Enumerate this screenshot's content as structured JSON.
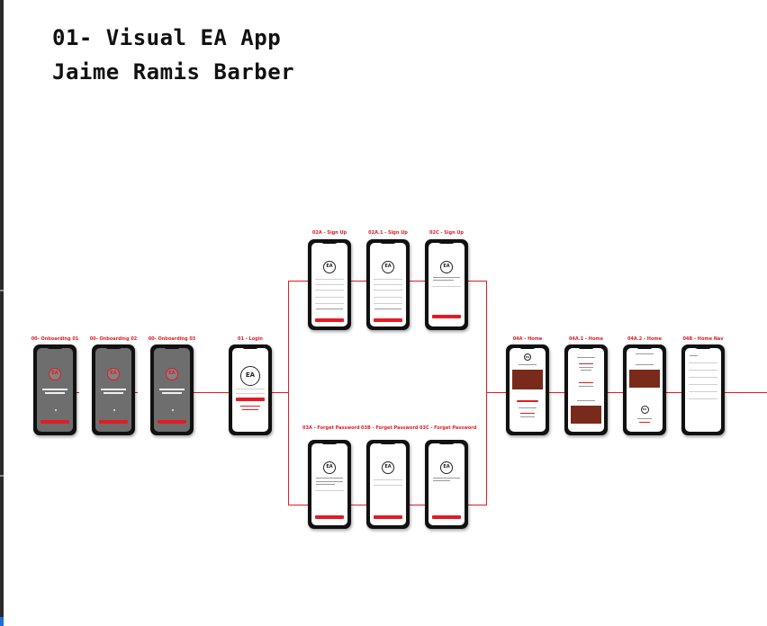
{
  "title": {
    "line1": "01- Visual EA App",
    "line2": "Jaime Ramis Barber"
  },
  "screens": {
    "onboarding1": "00- Onboarding 01",
    "onboarding2": "00- Onboarding 02",
    "onboarding3": "00- Onboarding 03",
    "login": "01 - Login",
    "signup_a": "02A - Sign Up",
    "signup_a1": "02A.1 - Sign Up",
    "signup_c": "02C - Sign Up",
    "forget_a": "03A - Forget Password",
    "forget_b": "03B - Forget Password",
    "forget_c": "03C - Forget Password",
    "home_a": "04A - Home",
    "home_a1": "04A.1 - Home",
    "home_a2": "04A.2 - Home",
    "home_nav": "04B - Home Nav"
  },
  "logo_text": "EA",
  "colors": {
    "accent": "#e31b23",
    "phone": "#111111",
    "background": "#ffffff"
  }
}
